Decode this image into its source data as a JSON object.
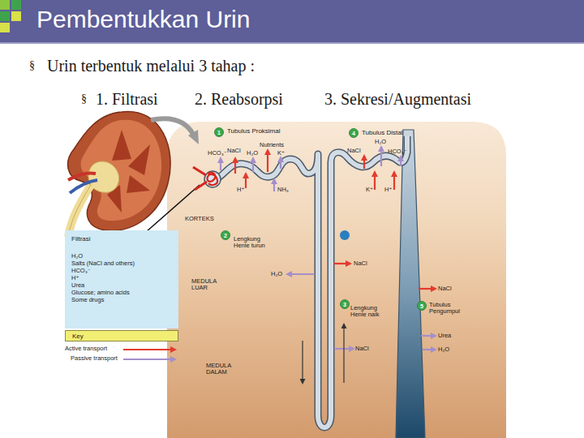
{
  "diagram": {
    "title": "Pembentukkan Urin",
    "nodes": [
      {
        "text": [
          "1"
        ]
      },
      {
        "text": [
          "4"
        ]
      },
      {
        "text": [
          "2"
        ]
      },
      {
        "text": [
          "Filtrasi",
          "H₂O",
          "Salts (NaCl and others)",
          "HCO₃⁻",
          "H⁺",
          "Urea",
          "Glucose; amino acids",
          "Some drugs"
        ]
      },
      {
        "text": [
          "3"
        ]
      },
      {
        "text": [
          "5"
        ]
      },
      {
        "text": [
          "Key"
        ]
      }
    ],
    "labels": [
      "§",
      "Urin terbentuk melalui 3 tahap :",
      "§",
      "1. Filtrasi",
      "2. Reabsorpsi",
      "3. Sekresi/Augmentasi",
      "Tubulus Proksimal",
      "Tubulus Distal",
      "NaCl",
      "Nutrients",
      "HCO₃⁻",
      "H₂O",
      "K⁺",
      "H⁺",
      "NH₃",
      "H₂O",
      "NaCl",
      "HCO₃⁻",
      "K⁺",
      "H⁺",
      "KORTEKS",
      "Lengkung Henle turun",
      "H₂O",
      "NaCl",
      "MEDULA LUAR",
      "NaCl",
      "Lengkung Henle naik",
      "Tubulus Pengumpul",
      "Urea",
      "NaCl",
      "H₂O",
      "MEDULA DALAM"
    ],
    "legend": [
      {
        "text": "Active transport"
      },
      {
        "text": "Passive transport"
      }
    ]
  }
}
